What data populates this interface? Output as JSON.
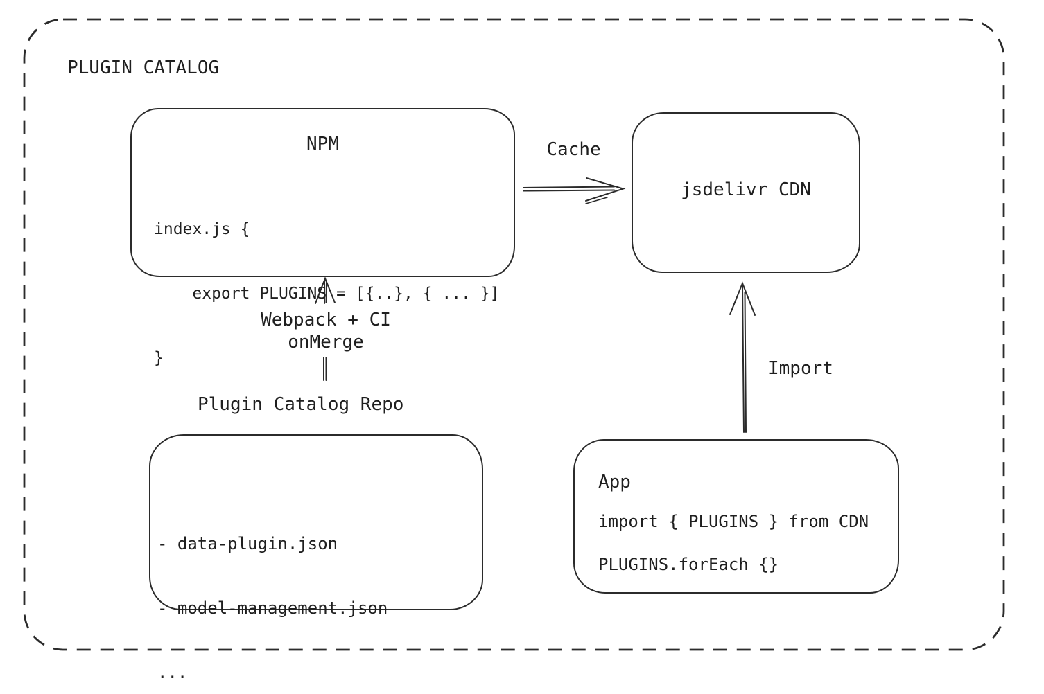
{
  "diagram": {
    "title": "PLUGIN CATALOG",
    "npm": {
      "title": "NPM",
      "code": [
        "index.js {",
        "    export PLUGINS = [{..}, { ... }]",
        "}"
      ]
    },
    "cdn": {
      "label": "jsdelivr CDN"
    },
    "repo": {
      "title": "Plugin Catalog Repo",
      "files": [
        "- data-plugin.json",
        "- model-management.json",
        "..."
      ]
    },
    "app": {
      "title": "App",
      "code": [
        "import { PLUGINS } from CDN",
        "PLUGINS.forEach {}"
      ]
    },
    "arrows": {
      "cache_label": "Cache",
      "build_label_line1": "Webpack + CI",
      "build_label_line2": "onMerge",
      "import_label": "Import"
    }
  },
  "colors": {
    "stroke": "#2b2b2b",
    "text": "#1f1f1f",
    "background": "#ffffff"
  }
}
